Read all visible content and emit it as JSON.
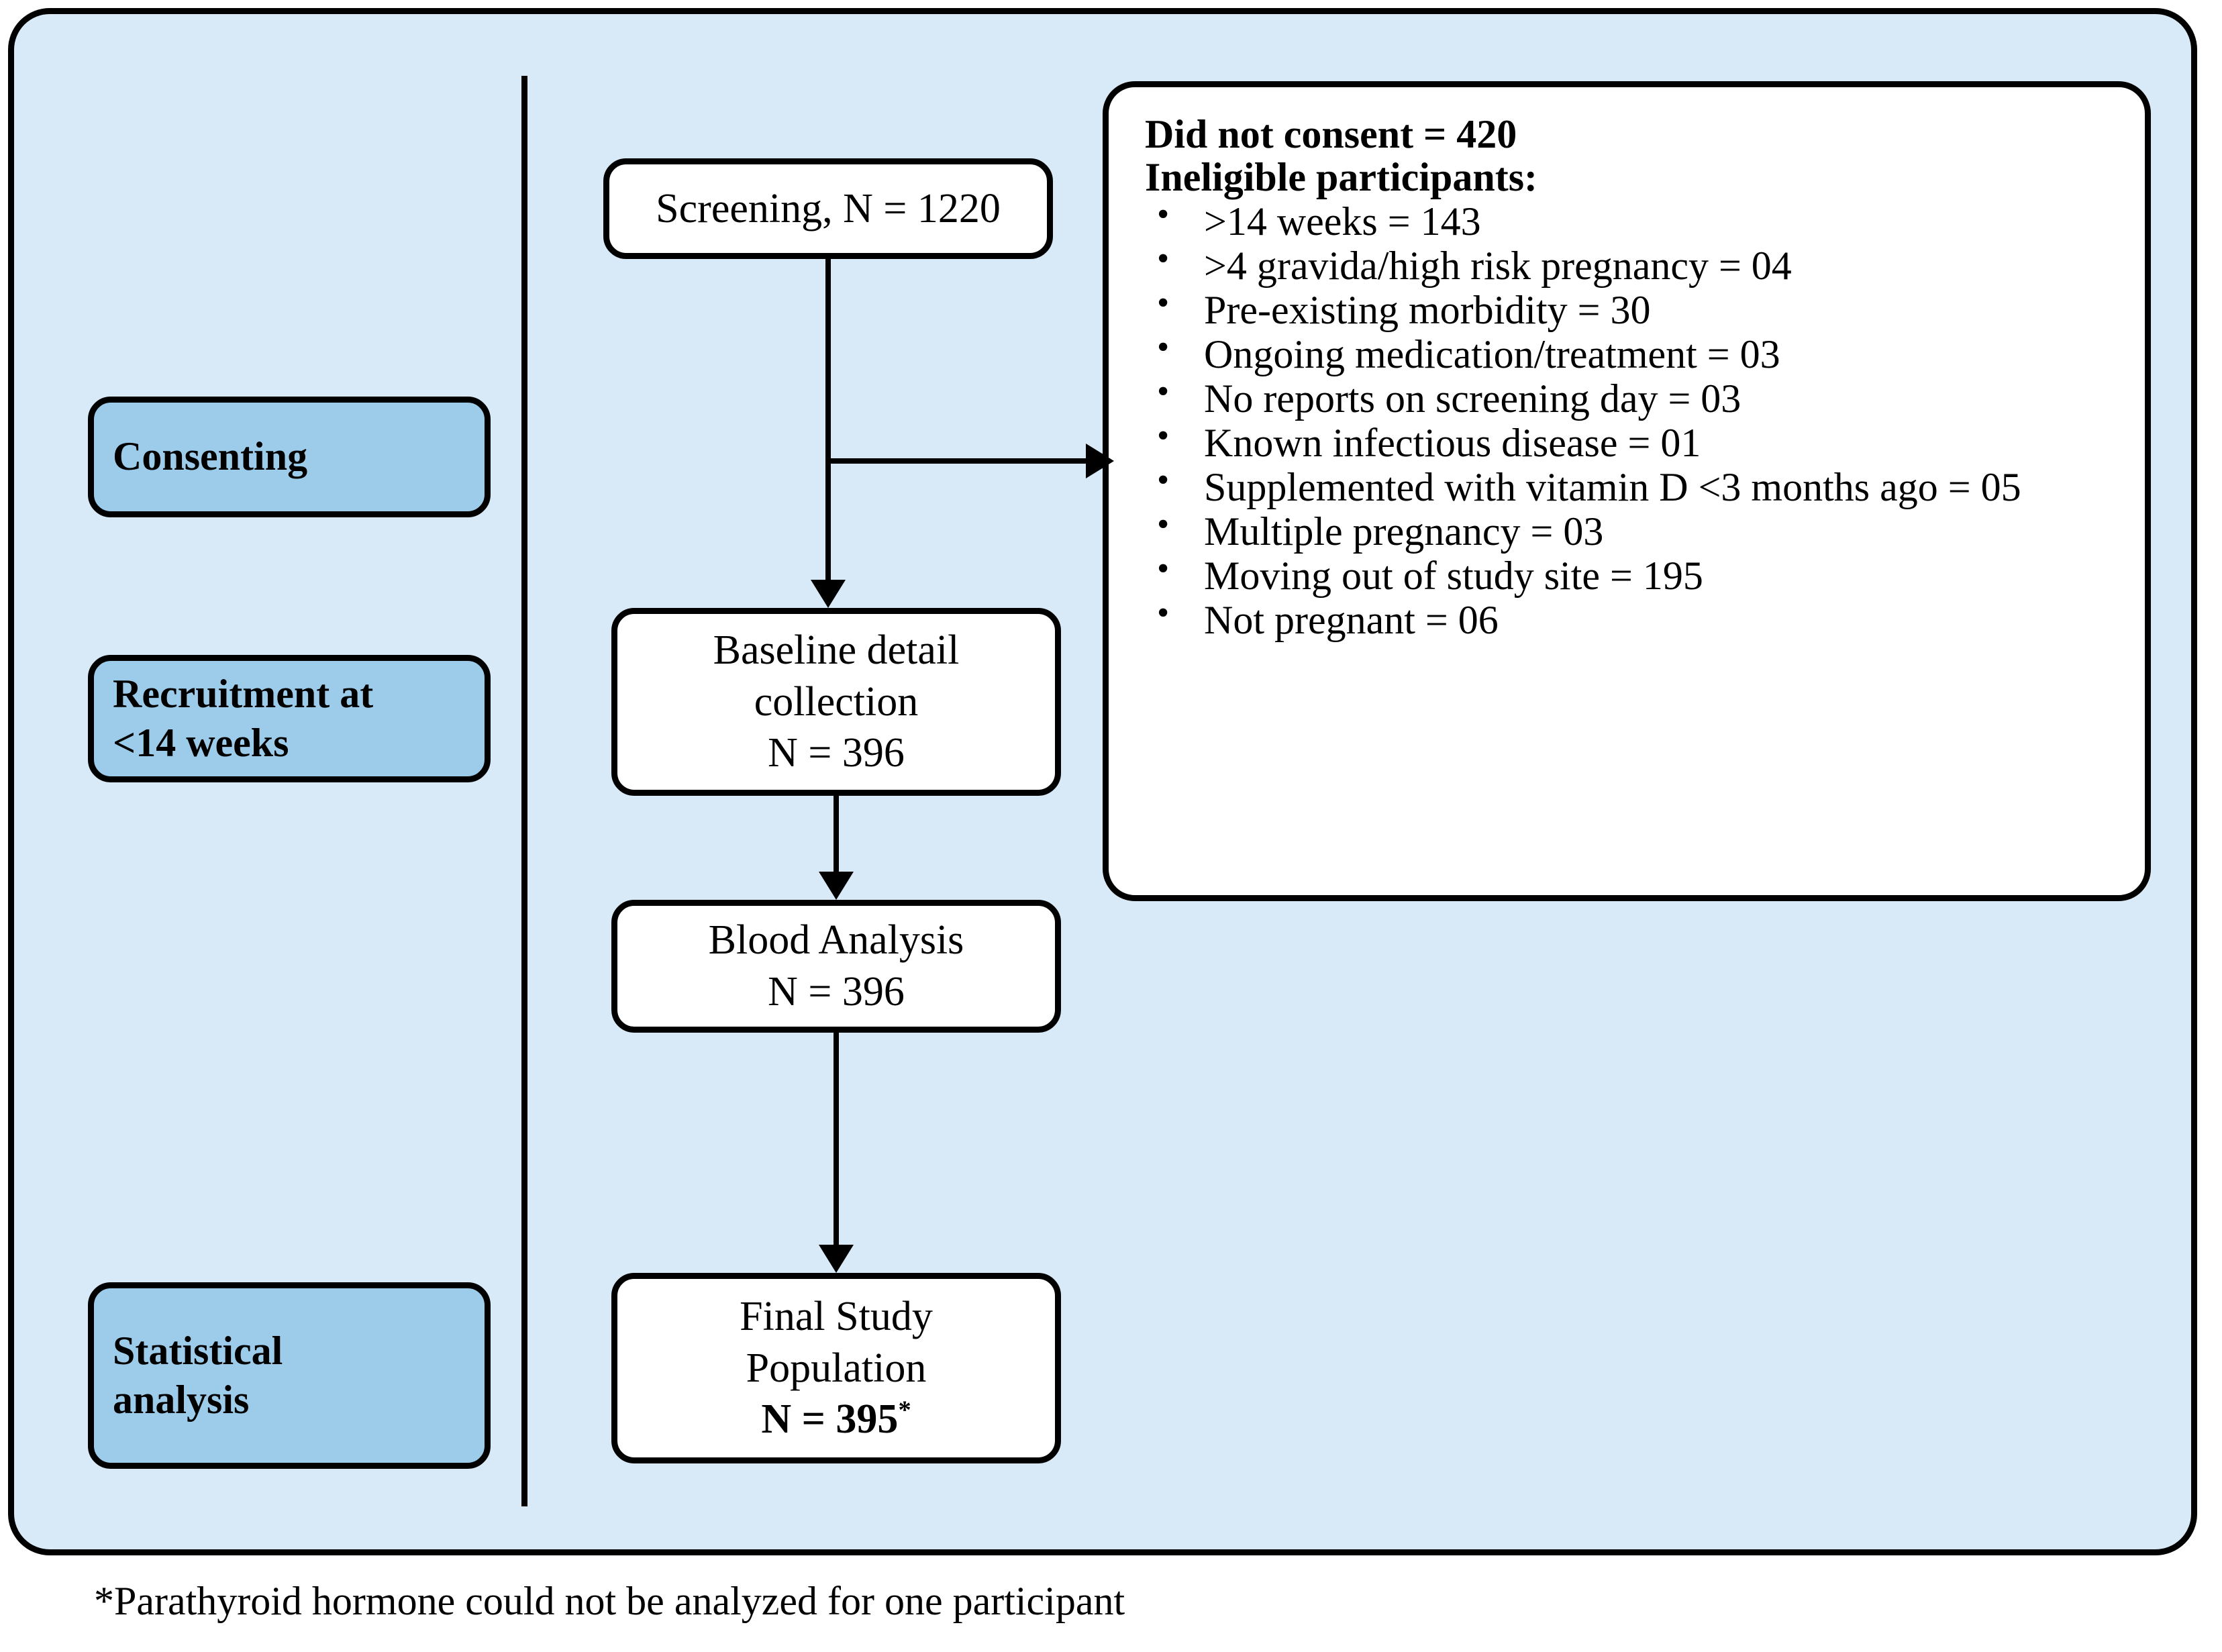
{
  "diagram": {
    "title": "Study participant flow diagram",
    "colors": {
      "panel_background": "#d8e9f7",
      "stage_box_fill": "#9dcceb",
      "flow_box_fill": "#ffffff",
      "border": "#000000"
    }
  },
  "stages": [
    {
      "id": "consenting",
      "label": "Consenting"
    },
    {
      "id": "recruitment",
      "line1": "Recruitment at",
      "line2": "<14 weeks"
    },
    {
      "id": "statistics",
      "line1": "Statistical",
      "line2": "analysis"
    }
  ],
  "flow": {
    "screening": {
      "label": "Screening, N = 1220"
    },
    "baseline": {
      "line1": "Baseline detail",
      "line2": "collection",
      "line3": "N  = 396"
    },
    "blood": {
      "line1": "Blood Analysis",
      "line2": "N = 396"
    },
    "final": {
      "line1": "Final Study",
      "line2": "Population",
      "n_label": "N  = 395",
      "footnote_marker": "*"
    }
  },
  "exclusions": {
    "heading_consent": "Did not consent = 420",
    "heading_ineligible": "Ineligible participants:",
    "items": [
      ">14 weeks = 143",
      ">4 gravida/high risk pregnancy = 04",
      "Pre-existing morbidity = 30",
      "Ongoing medication/treatment = 03",
      "No reports on screening day = 03",
      "Known infectious disease = 01",
      "Supplemented with vitamin D <3 months ago = 05",
      "Multiple pregnancy = 03",
      "Moving out of study site = 195",
      "Not pregnant = 06"
    ]
  },
  "footnote": {
    "text": "*Parathyroid hormone could not be analyzed for one participant"
  }
}
